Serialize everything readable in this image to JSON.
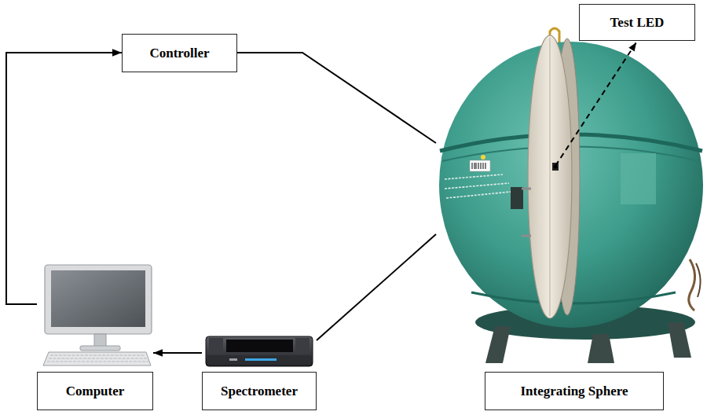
{
  "diagram": {
    "nodes": [
      {
        "text": [
          "Controller"
        ]
      },
      {
        "text": [
          "Test LED"
        ]
      },
      {
        "text": [
          "Computer"
        ]
      },
      {
        "text": [
          "Spectrometer"
        ]
      },
      {
        "text": [
          "Integrating Sphere"
        ]
      }
    ],
    "edges": [
      {
        "from": 2,
        "to": 0,
        "arrow": "to"
      },
      {
        "from": 0,
        "to": 4,
        "arrow": "none"
      },
      {
        "from": 4,
        "to": 3,
        "arrow": "none"
      },
      {
        "from": 3,
        "to": 2,
        "arrow": "to"
      }
    ]
  }
}
